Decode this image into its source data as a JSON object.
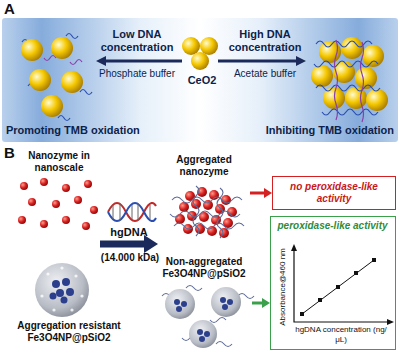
{
  "diagram": {
    "nodes": [
      {
        "text": [
          "Low DNA concentration",
          "Phosphate buffer",
          "CeO2",
          "High DNA concentration",
          "Acetate buffer",
          "Promoting TMB oxidation",
          "Inhibiting TMB oxidation"
        ]
      },
      {
        "text": [
          "Aggregated nanozyme"
        ]
      },
      {
        "text": [
          "no peroxidase-like activity"
        ]
      },
      {
        "text": [
          "Non-aggregated Fe3O4NP@pSiO2"
        ]
      },
      {
        "text": [
          "peroxidase-like activity",
          "Absorbance@460 nm",
          "hgDNA concentration (ng/μL)"
        ]
      }
    ],
    "edges": [
      {
        "from": 1,
        "to": 2,
        "arrow": "to"
      },
      {
        "from": 3,
        "to": 4,
        "arrow": "to"
      }
    ],
    "labels": [
      "A",
      "B",
      "Nanozyme in nanoscale",
      "hgDNA",
      "(14.000 kDa)",
      "Aggregation resistant Fe3O4NP@pSiO2"
    ]
  }
}
